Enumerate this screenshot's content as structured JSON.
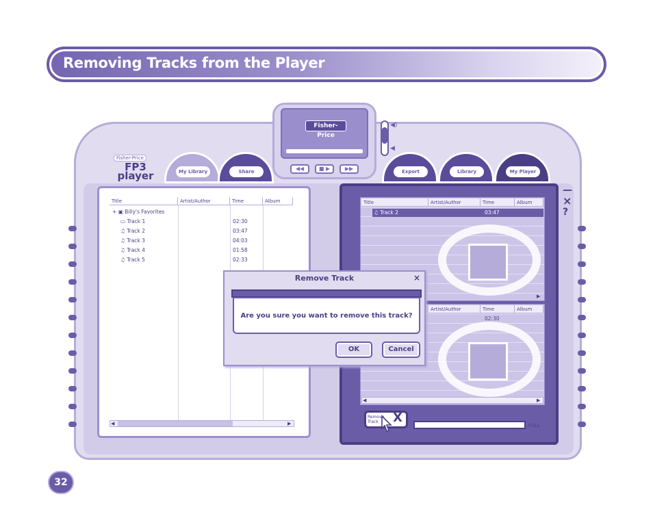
{
  "header": {
    "title": "Removing Tracks from the Player"
  },
  "device": {
    "logo_small": "Fisher-Price",
    "logo_main": "FP3 player",
    "brand_label": "Fisher-Price",
    "nav_buttons": [
      "◀◀",
      "■ ▶",
      "▶▶"
    ],
    "tabs_left": [
      "My Library",
      "Share"
    ],
    "tabs_right": [
      "Export",
      "Library",
      "My Player"
    ]
  },
  "library": {
    "columns": [
      "Title",
      "Artist/Author",
      "Time",
      "Album"
    ],
    "folder": "Billy's Favorites",
    "tracks": [
      {
        "title": "Track 1",
        "time": "02:30"
      },
      {
        "title": "Track 2",
        "time": "03:47"
      },
      {
        "title": "Track 3",
        "time": "04:03"
      },
      {
        "title": "Track 4",
        "time": "01:58"
      },
      {
        "title": "Track 5",
        "time": "02:33"
      }
    ]
  },
  "player": {
    "columns": [
      "Title",
      "Artist/Author",
      "Time",
      "Album"
    ],
    "selected_track": {
      "title": "Track 2",
      "time": "03:47"
    },
    "lower_columns": [
      "Artist/Author",
      "Time",
      "Album"
    ],
    "lower_time": "02:30",
    "delete_label": "Remove Track",
    "capacity_label": "FULL"
  },
  "dialog": {
    "title": "Remove Track",
    "close": "×",
    "message": "Are you sure you want to remove this track?",
    "ok": "OK",
    "cancel": "Cancel"
  },
  "side_controls": {
    "minimize": "—",
    "close": "×",
    "help": "?"
  },
  "page_number": "32",
  "colors": {
    "primary": "#6b5ca8",
    "dark": "#4a3f85",
    "light": "#e1dcf0"
  },
  "icons": [
    "folder-icon",
    "music-note-icon",
    "cursor-icon",
    "speaker-icon"
  ]
}
